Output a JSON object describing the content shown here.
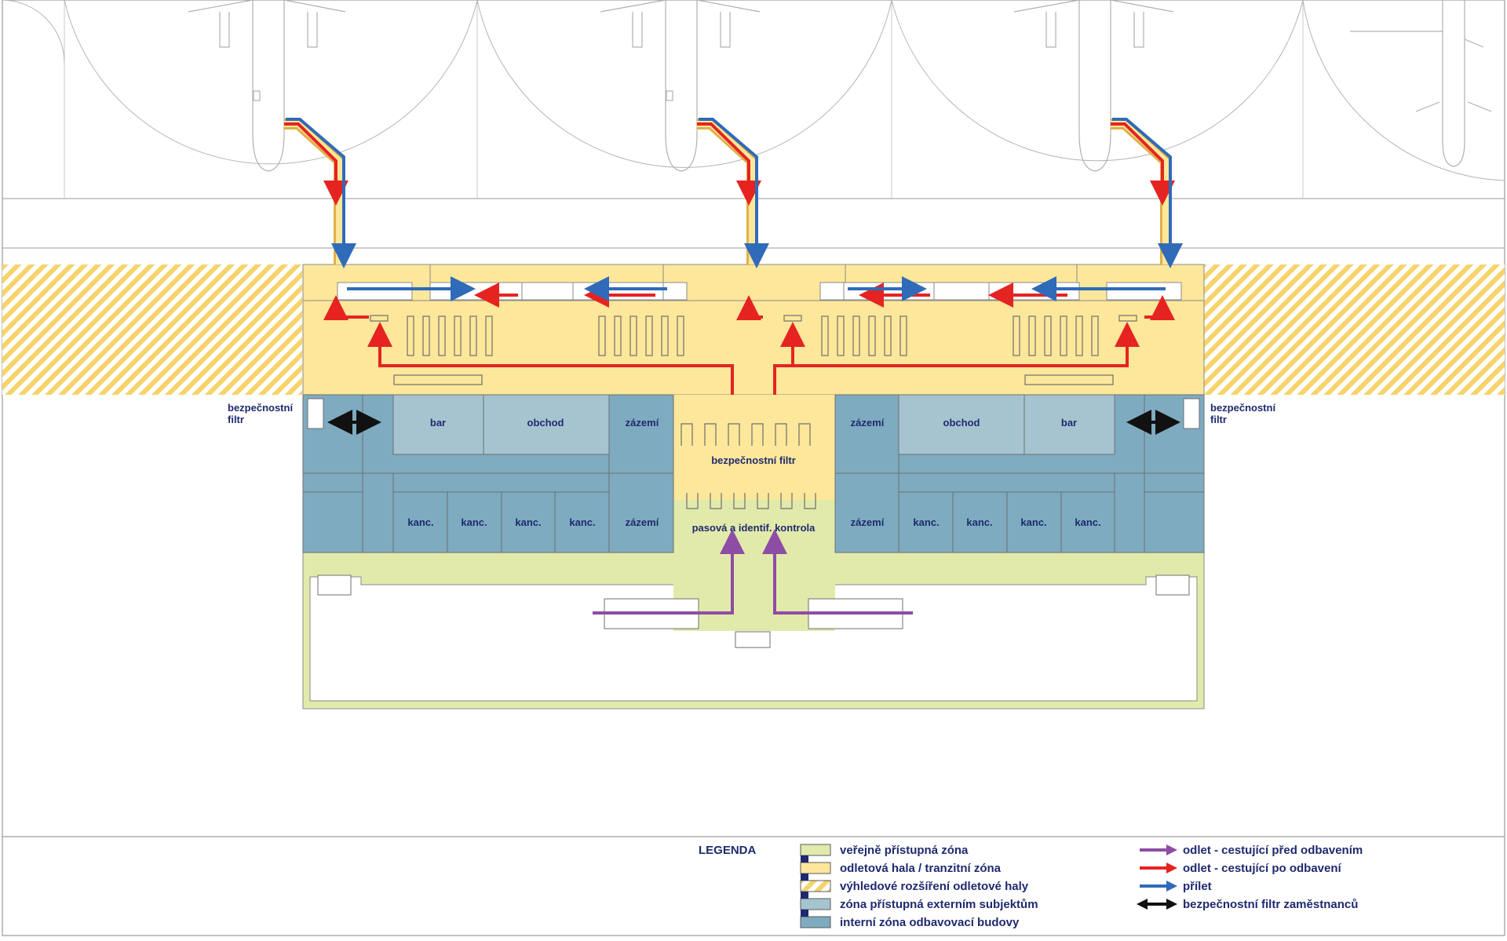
{
  "colors": {
    "public": "#e2eaab",
    "departure_hall": "#fde79a",
    "future_expansion": "#f7d36b",
    "external_zone": "#a6c4d0",
    "internal_zone": "#7eabc0",
    "arrow_before_screening": "#8e4da4",
    "arrow_after_screening": "#e52421",
    "arrow_arrival": "#2f6bb8",
    "arrow_staff": "#111111",
    "text": "#1f2a6e"
  },
  "labels": {
    "security_filter_left": [
      "bezpečnostní",
      "filtr"
    ],
    "security_filter_right": [
      "bezpečnostní",
      "filtr"
    ],
    "security_filter_center": "bezpečnostní filtr",
    "passport_control": "pasová a identif. kontrola",
    "rooms_left_top": [
      "bar",
      "obchod",
      "zázemí"
    ],
    "rooms_left_bottom": [
      "kanc.",
      "kanc.",
      "kanc.",
      "kanc.",
      "zázemí"
    ],
    "rooms_right_top": [
      "zázemí",
      "obchod",
      "bar"
    ],
    "rooms_right_bottom": [
      "zázemí",
      "kanc.",
      "kanc.",
      "kanc.",
      "kanc."
    ]
  },
  "legend": {
    "title": "LEGENDA",
    "zones": [
      {
        "key": "public",
        "label": "veřejně přístupná zóna"
      },
      {
        "key": "departure_hall",
        "label": "odletová hala / tranzitní zóna"
      },
      {
        "key": "future_expansion",
        "label": "výhledové rozšíření odletové haly"
      },
      {
        "key": "external_zone",
        "label": "zóna přístupná externím subjektům"
      },
      {
        "key": "internal_zone",
        "label": "interní zóna odbavovací budovy"
      }
    ],
    "arrows": [
      {
        "key": "arrow_before_screening",
        "label": "odlet - cestující před odbavením"
      },
      {
        "key": "arrow_after_screening",
        "label": "odlet - cestující po odbavení"
      },
      {
        "key": "arrow_arrival",
        "label": "přílet"
      },
      {
        "key": "arrow_staff",
        "label": "bezpečnostní filtr zaměstnanců"
      }
    ]
  }
}
